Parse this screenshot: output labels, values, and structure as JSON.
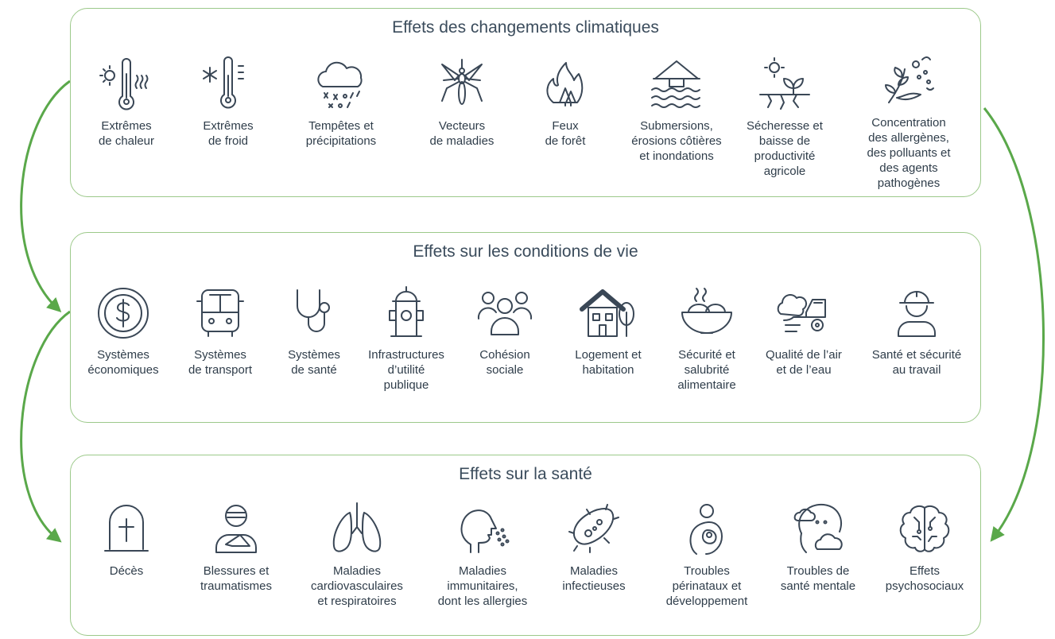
{
  "colors": {
    "accent": "#5aa84a",
    "border": "#9cc98a",
    "text": "#2f3d4a"
  },
  "panels": [
    {
      "title": "Effets des changements climatiques",
      "items": [
        {
          "icon": "heat-thermometer-icon",
          "label": "Extrêmes\nde chaleur"
        },
        {
          "icon": "cold-thermometer-icon",
          "label": "Extrêmes\nde froid"
        },
        {
          "icon": "storm-cloud-icon",
          "label": "Tempêtes et\nprécipitations"
        },
        {
          "icon": "mosquito-icon",
          "label": "Vecteurs\nde maladies"
        },
        {
          "icon": "forest-fire-icon",
          "label": "Feux\nde forêt"
        },
        {
          "icon": "flooded-house-icon",
          "label": "Submersions,\nérosions côtières\net inondations"
        },
        {
          "icon": "drought-icon",
          "label": "Sécheresse et\nbaisse de\nproductivité\nagricole"
        },
        {
          "icon": "allergen-plant-icon",
          "label": "Concentration\ndes allergènes,\ndes polluants et\ndes agents\npathogènes"
        }
      ]
    },
    {
      "title": "Effets sur les conditions de vie",
      "items": [
        {
          "icon": "dollar-coin-icon",
          "label": "Systèmes\néconomiques"
        },
        {
          "icon": "bus-icon",
          "label": "Systèmes\nde transport"
        },
        {
          "icon": "stethoscope-icon",
          "label": "Systèmes\nde santé"
        },
        {
          "icon": "fire-hydrant-icon",
          "label": "Infrastructures\nd’utilité\npublique"
        },
        {
          "icon": "people-group-icon",
          "label": "Cohésion\nsociale"
        },
        {
          "icon": "house-icon",
          "label": "Logement et\nhabitation"
        },
        {
          "icon": "food-bowl-icon",
          "label": "Sécurité et\nsalubrité\nalimentaire"
        },
        {
          "icon": "air-water-pollution-icon",
          "label": "Qualité de l’air\net de l’eau"
        },
        {
          "icon": "worker-helmet-icon",
          "label": "Santé et sécurité\nau travail"
        }
      ]
    },
    {
      "title": "Effets sur la santé",
      "items": [
        {
          "icon": "tombstone-icon",
          "label": "Décès"
        },
        {
          "icon": "injured-person-icon",
          "label": "Blessures et\ntraumatismes"
        },
        {
          "icon": "lungs-icon",
          "label": "Maladies\ncardiovasculaires\net respiratoires"
        },
        {
          "icon": "sneezing-head-icon",
          "label": "Maladies\nimmunitaires,\ndont les allergies"
        },
        {
          "icon": "bacteria-icon",
          "label": "Maladies\ninfectieuses"
        },
        {
          "icon": "pregnancy-icon",
          "label": "Troubles\npérinataux et\ndéveloppement"
        },
        {
          "icon": "mental-health-head-icon",
          "label": "Troubles de\nsanté mentale"
        },
        {
          "icon": "brain-icon",
          "label": "Effets\npsychosociaux"
        }
      ]
    }
  ]
}
